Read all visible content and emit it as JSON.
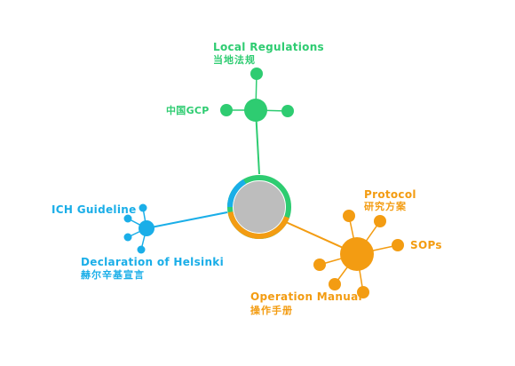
{
  "colors": {
    "center_fill": "#bdbdbd",
    "green": "#2ecc71",
    "blue": "#1aaee8",
    "orange": "#f39c12"
  },
  "top": {
    "local_regulations_en": "Local  Regulations",
    "local_regulations_zh": "当地法规",
    "china_gcp": "中国GCP"
  },
  "left": {
    "ich_guideline": "ICH  Guideline",
    "helsinki_en": "Declaration of Helsinki",
    "helsinki_zh": "赫尔辛基宣言"
  },
  "right": {
    "protocol_en": "Protocol",
    "protocol_zh": "研究方案",
    "sops": "SOPs",
    "operation_manual_en": "Operation Manual",
    "operation_manual_zh": "操作手册"
  }
}
